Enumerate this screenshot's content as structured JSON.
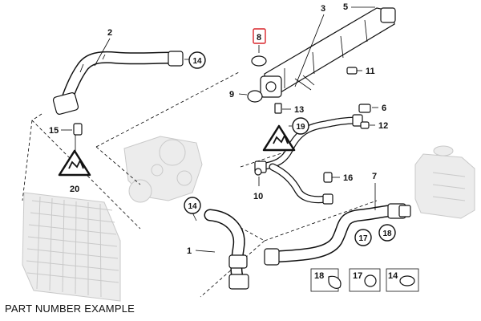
{
  "caption": "PART NUMBER EXAMPLE",
  "highlight_color": "#d9262c",
  "callouts": {
    "c1": "1",
    "c2": "2",
    "c3": "3",
    "c5": "5",
    "c6": "6",
    "c7": "7",
    "c8": "8",
    "c9": "9",
    "c10": "10",
    "c11": "11",
    "c12": "12",
    "c13": "13",
    "c15": "15",
    "c16": "16",
    "c20": "20"
  },
  "circled": {
    "a": "14",
    "b": "19",
    "c": "14",
    "d": "17",
    "e": "18"
  },
  "kit_labels": {
    "k18": "18",
    "k17": "17",
    "k14": "14"
  }
}
